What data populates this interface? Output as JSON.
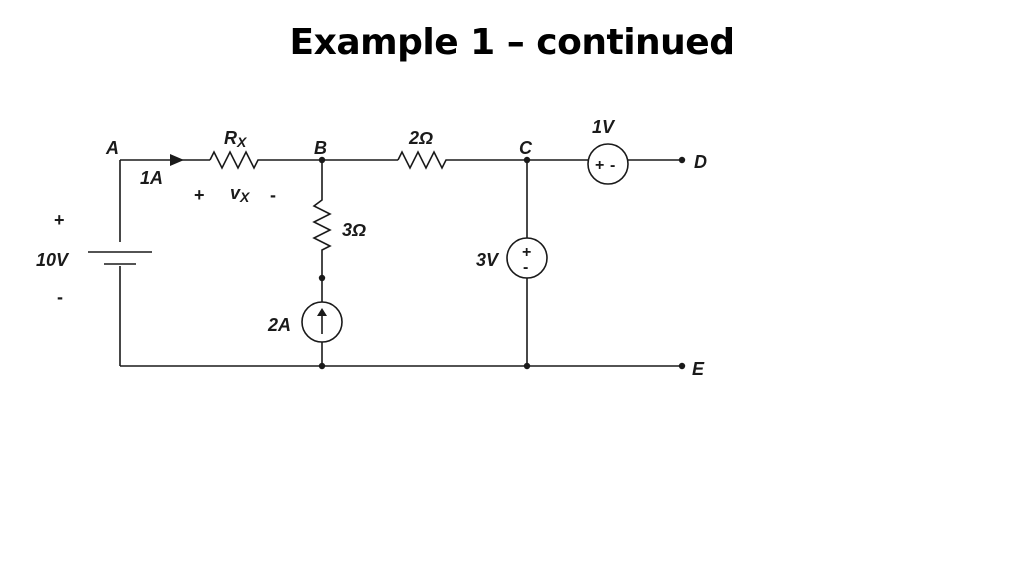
{
  "slide": {
    "title": "Example 1 – continued"
  },
  "circuit": {
    "nodes": {
      "a": "A",
      "b": "B",
      "c": "C",
      "d": "D",
      "e": "E"
    },
    "battery": {
      "label": "10V",
      "plus": "+",
      "minus": "-"
    },
    "rx": {
      "label_main": "R",
      "label_sub": "X"
    },
    "branch_current": {
      "label": "1A"
    },
    "vx": {
      "plus": "+",
      "label_main": "v",
      "label_sub": "X",
      "minus": "-"
    },
    "r_2ohm": {
      "label": "2Ω"
    },
    "r_3ohm": {
      "label": "3Ω"
    },
    "current_source": {
      "label": "2A"
    },
    "source_3v": {
      "label": "3V",
      "plus": "+",
      "minus": "-"
    },
    "source_1v": {
      "label": "1V",
      "plus": "+",
      "minus": "-"
    }
  }
}
